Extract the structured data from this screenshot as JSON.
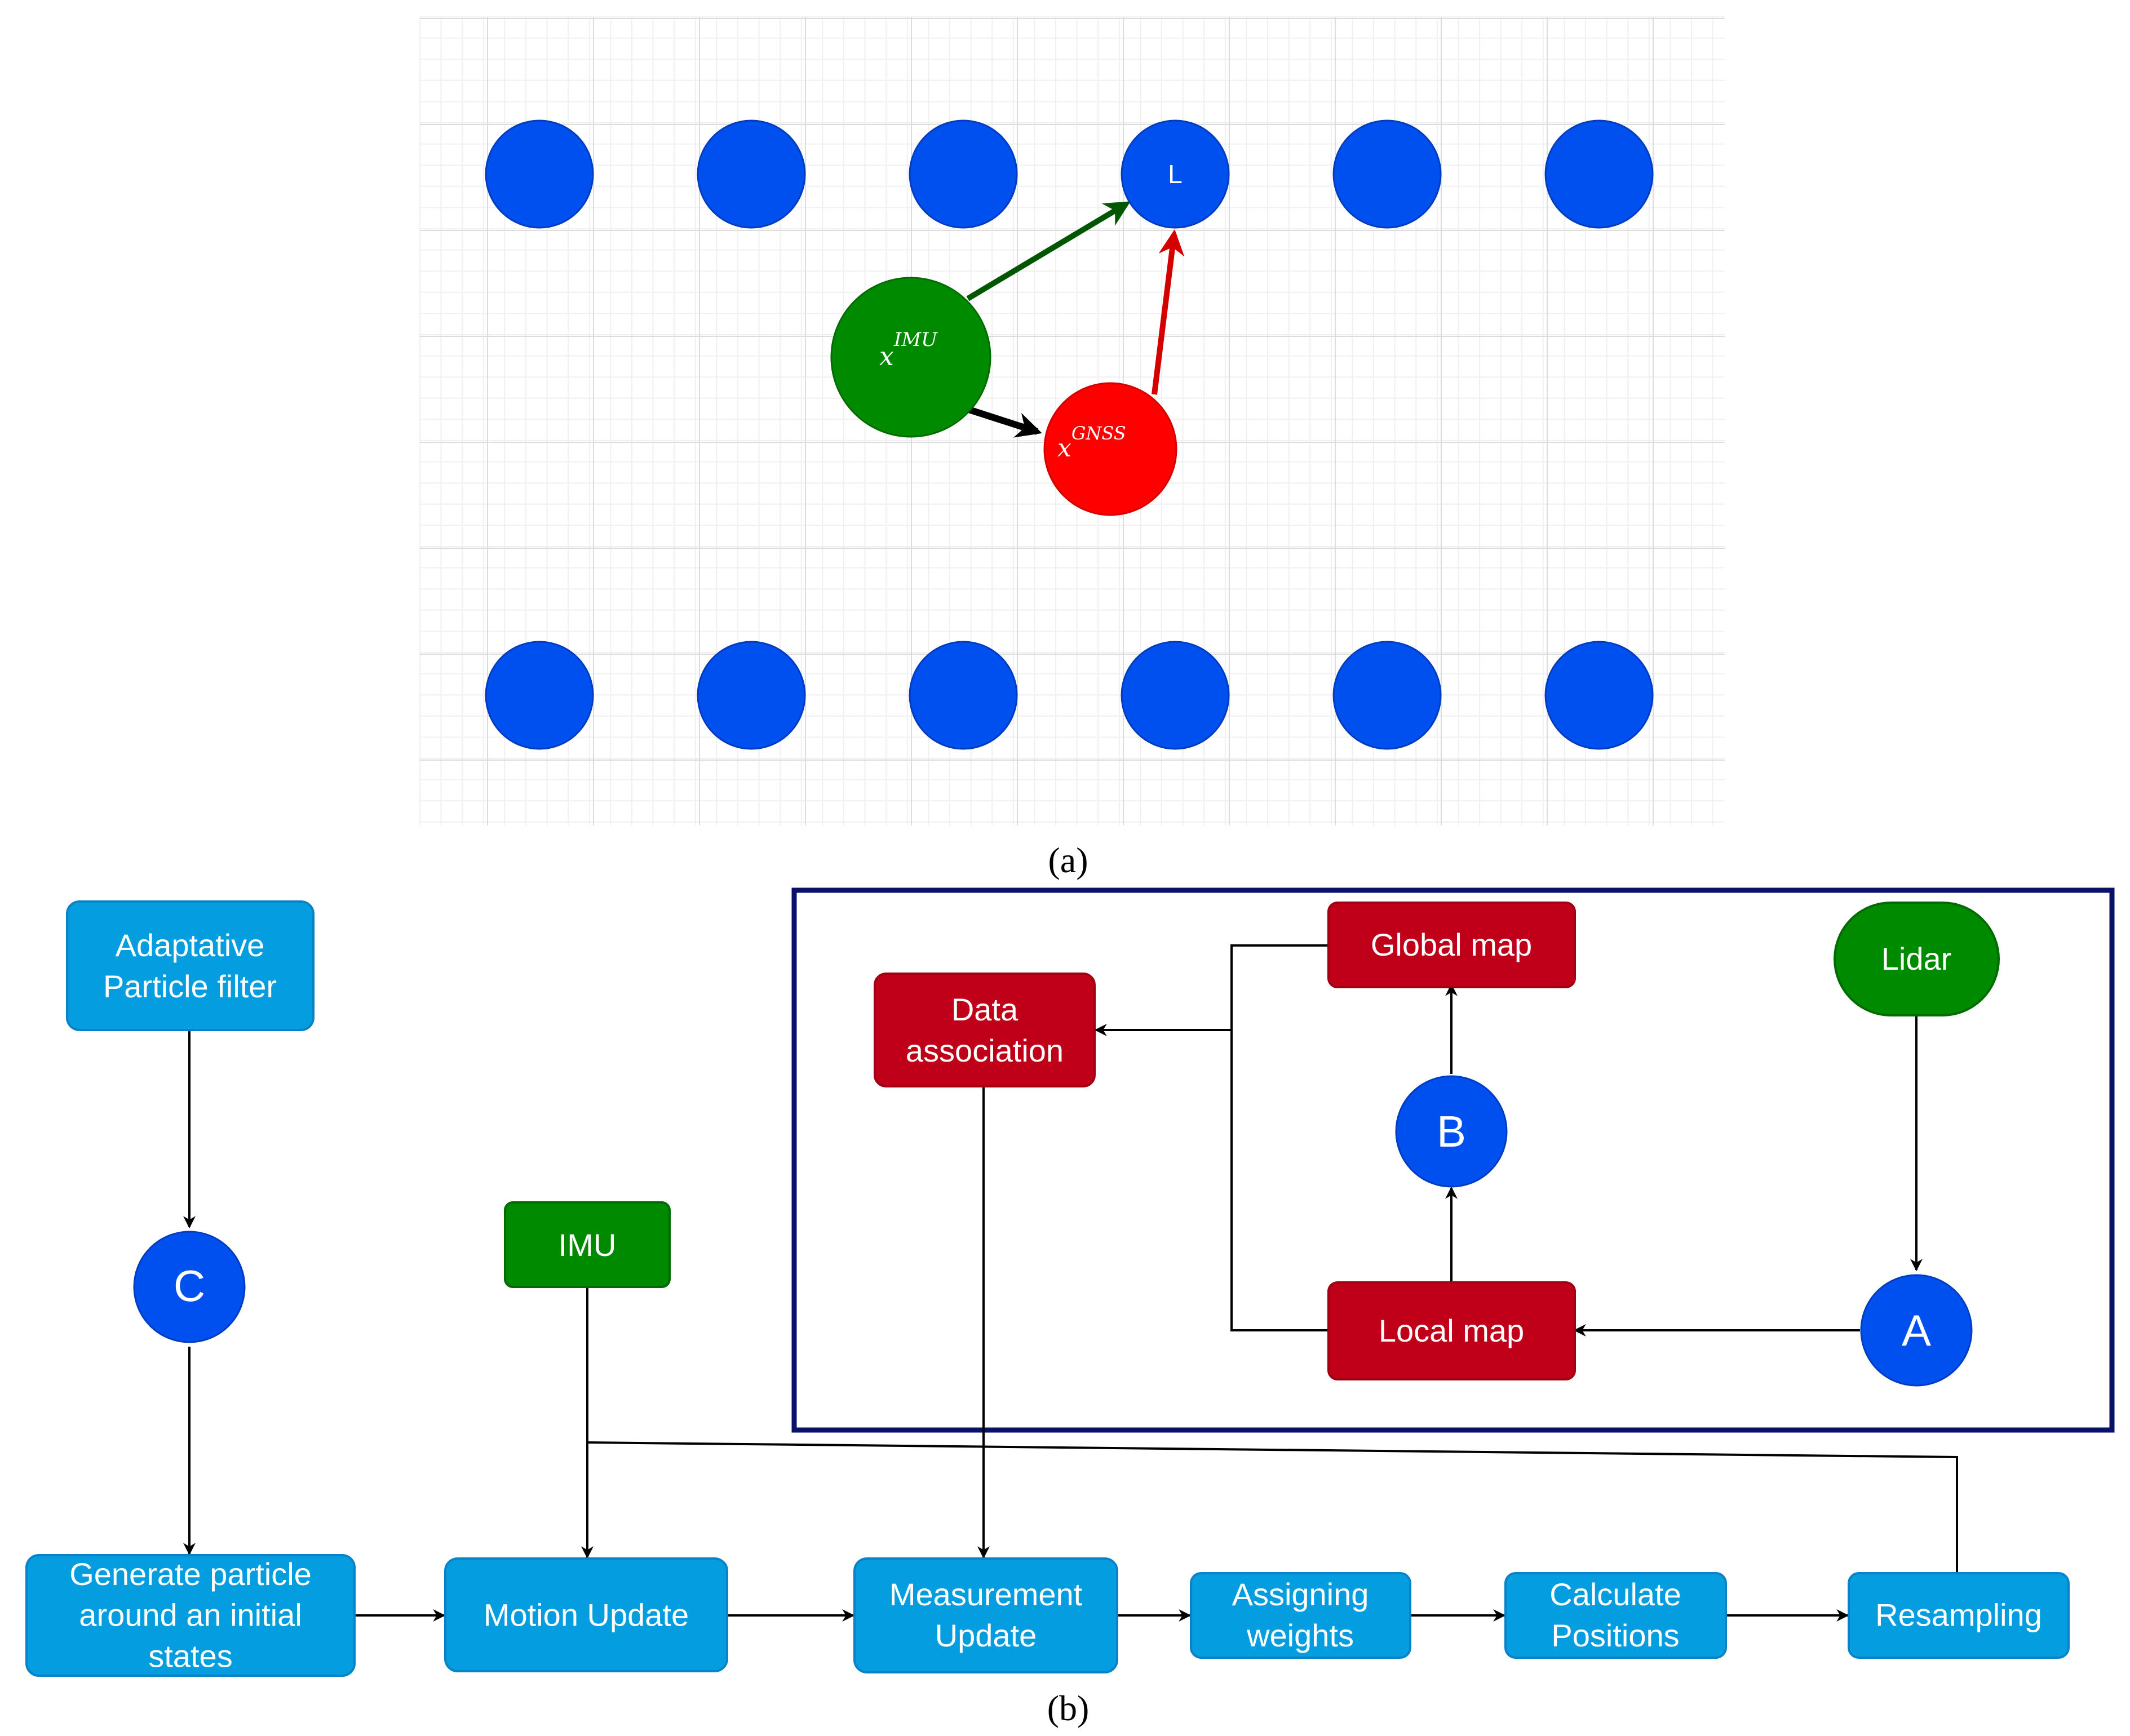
{
  "panel_a": {
    "caption": "(a)",
    "landmark_label": "L",
    "imu_node": {
      "base": "x",
      "sup": "IMU"
    },
    "gnss_node": {
      "base": "x",
      "sup": "GNSS"
    },
    "colors": {
      "landmark": "#0050ef",
      "imu": "#008a00",
      "gnss": "#ff0000",
      "arrow_imu_to_landmark": "#005700",
      "arrow_gnss_to_landmark": "#d40000",
      "arrow_imu_to_gnss": "#000000",
      "grid_major": "#dcdcdc",
      "grid_minor": "#f0f0f0"
    }
  },
  "panel_b": {
    "caption": "(b)",
    "nodes": {
      "adaptive_filter": "Adaptative Particle filter",
      "connector_c": "C",
      "imu": "IMU",
      "generate_particle": "Generate particle around an initial states",
      "motion_update": "Motion Update",
      "measurement_update": "Measurement Update",
      "assigning_weights": "Assigning weights",
      "calculate_positions": "Calculate Positions",
      "resampling": "Resampling",
      "data_association": "Data association",
      "global_map": "Global map",
      "connector_b": "B",
      "lidar": "Lidar",
      "local_map": "Local map",
      "connector_a": "A"
    },
    "colors": {
      "process": "#049ee0",
      "process_border": "#0a82c7",
      "map": "#c00018",
      "map_border": "#a10014",
      "sensor": "#008a00",
      "sensor_border": "#006b00",
      "connector": "#0050ef",
      "connector_border": "#003cc0",
      "frame": "#0a1168",
      "edge": "#000000"
    }
  }
}
